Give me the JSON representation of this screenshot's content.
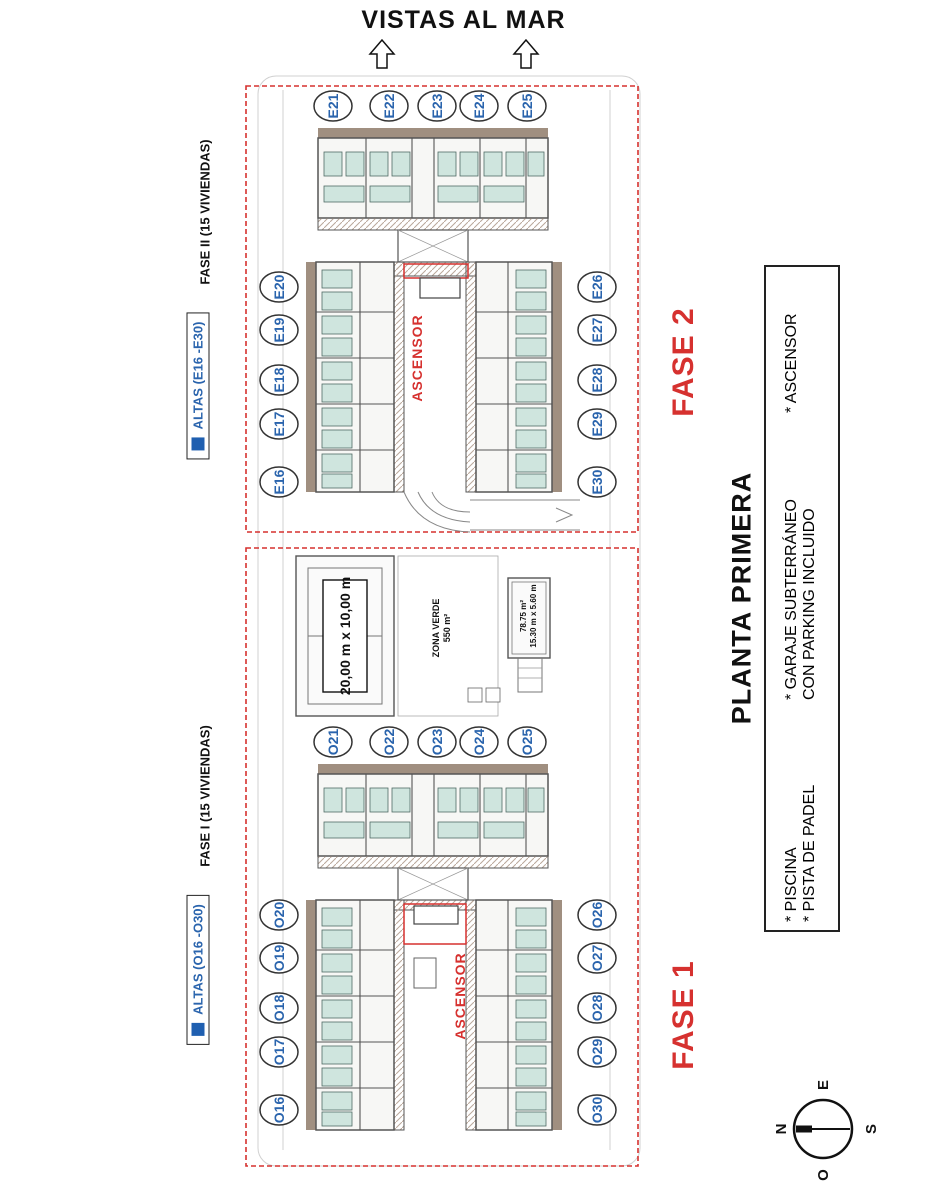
{
  "header": {
    "title": "VISTAS AL MAR"
  },
  "plan_title": "PLANTA PRIMERA",
  "phase2": {
    "label": "FASE 2",
    "phase_caption": "FASE II (15 VIVIENDAS)",
    "altas_label": "ALTAS (E16 -E30)",
    "elevator": "ASCENSOR",
    "units_top": [
      "E21",
      "E22",
      "E23",
      "E24",
      "E25"
    ],
    "units_left": [
      "E20",
      "E19",
      "E18",
      "E17",
      "E16"
    ],
    "units_right": [
      "E26",
      "E27",
      "E28",
      "E29",
      "E30"
    ]
  },
  "phase1": {
    "label": "FASE 1",
    "phase_caption": "FASE I (15 VIVIENDAS)",
    "altas_label": "ALTAS (O16 -O30)",
    "elevator": "ASCENSOR",
    "units_top": [
      "O21",
      "O22",
      "O23",
      "O24",
      "O25"
    ],
    "units_left": [
      "O20",
      "O19",
      "O18",
      "O17",
      "O16"
    ],
    "units_right": [
      "O26",
      "O27",
      "O28",
      "O29",
      "O30"
    ]
  },
  "common": {
    "padel_size": "20,00 m x 10,00 m",
    "green_zone": "ZONA VERDE",
    "green_area": "550 m²",
    "pool_area": "78.75 m²",
    "pool_size": "15.30 m x 5.60 m"
  },
  "amenities": {
    "col1": [
      "* PISCINA",
      "* PISTA DE PADEL"
    ],
    "col2": [
      "* GARAJE SUBTERRÁNEO",
      "CON PARKING INCLUIDO"
    ],
    "col3": [
      "* ASCENSOR"
    ]
  },
  "compass": {
    "north": "N",
    "east": "E",
    "south": "S",
    "west": "O"
  },
  "colors": {
    "phase_red": "#d6312f",
    "unit_blue": "#2a64ad",
    "altas_square": "#1f5fb0",
    "apartment_green": "#cfe5de",
    "wall": "#555555",
    "terrace": "#a08f80",
    "corridor": "#d9c8bd"
  }
}
